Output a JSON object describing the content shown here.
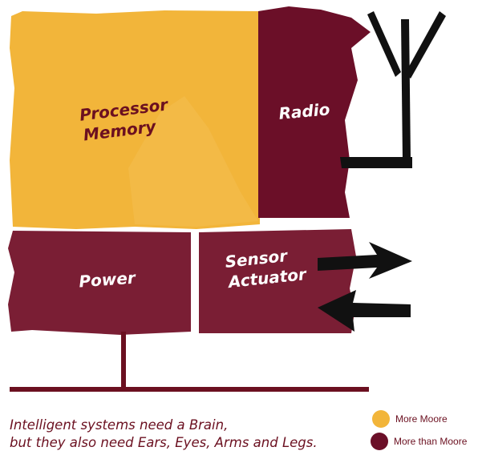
{
  "colors": {
    "gold": "#f2b53a",
    "gold_light": "#f6c45e",
    "maroon": "#7a1e34",
    "maroon_dark": "#6b0f28",
    "line": "#6b1020",
    "arrow": "#111111"
  },
  "blocks": {
    "processor_memory": {
      "label_line1": "Processor",
      "label_line2": "Memory"
    },
    "radio": {
      "label": "Radio"
    },
    "power": {
      "label": "Power"
    },
    "sensor_actuator": {
      "label_line1": "Sensor",
      "label_line2": "Actuator"
    }
  },
  "icons": {
    "antenna": "antenna-icon",
    "arrows": "bidirectional-arrows-icon"
  },
  "caption": {
    "line1": "Intelligent systems need a Brain,",
    "line2": "but they also need Ears, Eyes, Arms and Legs."
  },
  "legend": [
    {
      "label": "More Moore",
      "color": "#f2b53a"
    },
    {
      "label": "More than Moore",
      "color": "#6b0f28"
    }
  ]
}
